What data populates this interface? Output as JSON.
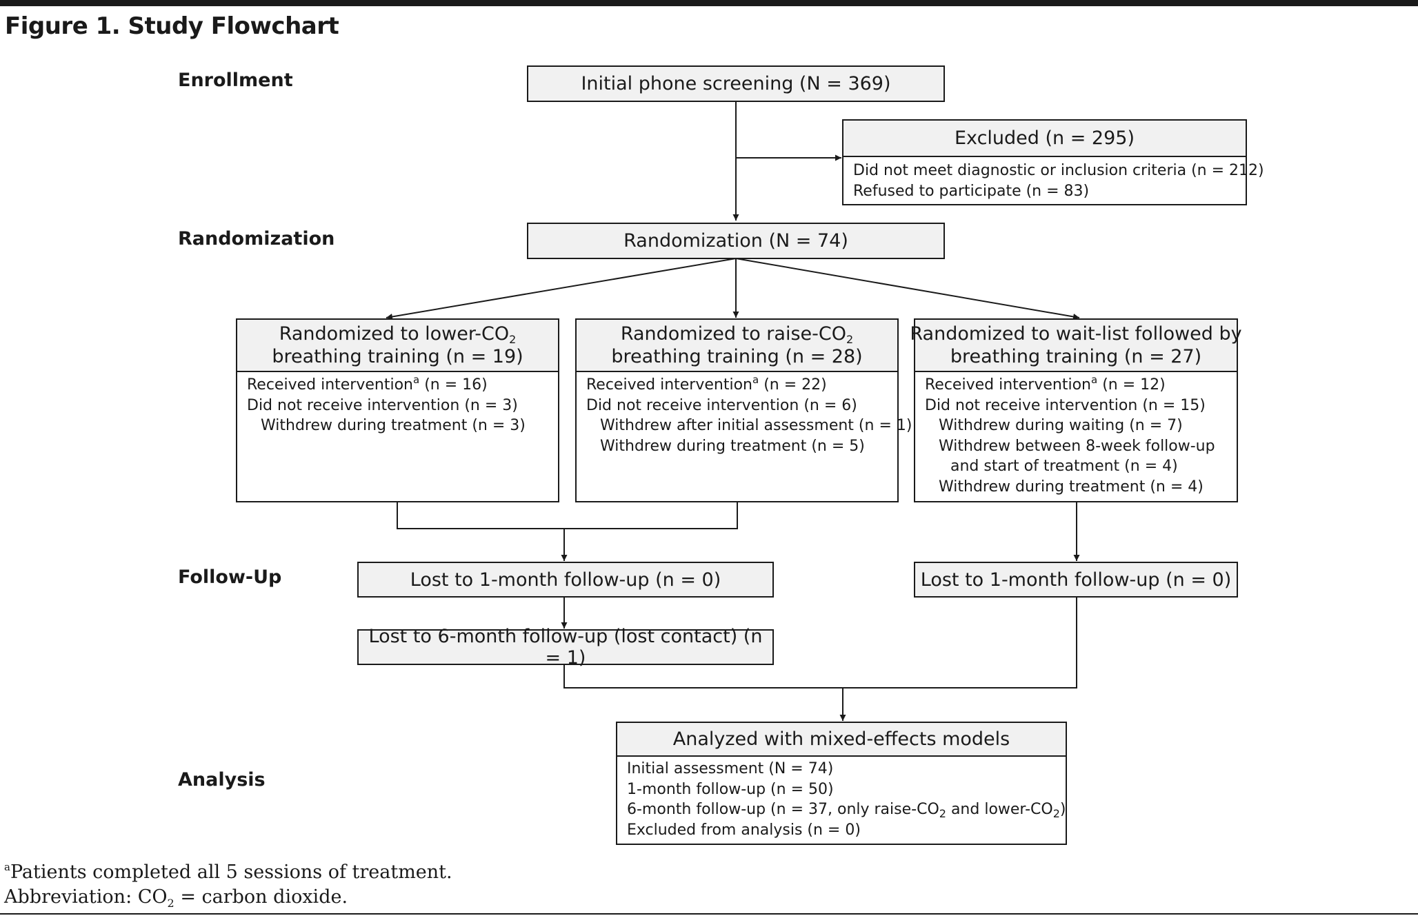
{
  "figure_title": "Figure 1. Study Flowchart",
  "stages": {
    "enrollment": "Enrollment",
    "randomization": "Randomization",
    "followup": "Follow-Up",
    "analysis": "Analysis"
  },
  "screening": {
    "label": "Initial phone screening (N = 369)"
  },
  "excluded": {
    "title": "Excluded (n = 295)",
    "items": [
      "Did not meet diagnostic or inclusion criteria (n = 212)",
      "Refused to participate (n = 83)"
    ]
  },
  "randomization": {
    "label": "Randomization (N = 74)"
  },
  "arms": {
    "lower": {
      "title_pre": "Randomized to lower-CO",
      "title_sub": "2",
      "title_line2": "breathing training (n = 19)",
      "received_pre": "Received intervention",
      "received_sup": "a",
      "received_post": " (n = 16)",
      "items": [
        "Did not receive intervention (n = 3)"
      ],
      "subitems": [
        "Withdrew during treatment (n = 3)"
      ]
    },
    "raise": {
      "title_pre": "Randomized to raise-CO",
      "title_sub": "2",
      "title_line2": "breathing training (n = 28)",
      "received_pre": "Received intervention",
      "received_sup": "a",
      "received_post": " (n = 22)",
      "items": [
        "Did not receive intervention (n = 6)"
      ],
      "subitems": [
        "Withdrew after initial assessment (n = 1)",
        "Withdrew during treatment (n = 5)"
      ]
    },
    "waitlist": {
      "title_line1": "Randomized to wait-list followed by",
      "title_line2": "breathing training (n = 27)",
      "received_pre": "Received intervention",
      "received_sup": "a",
      "received_post": " (n = 12)",
      "items": [
        "Did not receive intervention (n = 15)"
      ],
      "subitems": [
        "Withdrew during waiting (n = 7)",
        "Withdrew between 8-week follow-up",
        "and start of treatment (n = 4)",
        "Withdrew during treatment (n = 4)"
      ]
    }
  },
  "followup": {
    "left_1month": "Lost to 1-month follow-up (n = 0)",
    "left_6month": "Lost to 6-month follow-up (lost contact) (n = 1)",
    "right_1month": "Lost to 1-month follow-up (n = 0)"
  },
  "analysis": {
    "title": "Analyzed with mixed-effects models",
    "items": [
      "Initial assessment (N = 74)",
      "1-month follow-up (n = 50)"
    ],
    "item3_pre": "6-month follow-up (n = 37, only raise-CO",
    "item3_sub1": "2",
    "item3_mid": " and lower-CO",
    "item3_sub2": "2",
    "item3_post": ")",
    "item4": "Excluded from analysis (n = 0)"
  },
  "footnotes": {
    "note_sup": "a",
    "note_text": "Patients completed all 5 sessions of treatment.",
    "abbr_pre": "Abbreviation: CO",
    "abbr_sub": "2",
    "abbr_post": " = carbon dioxide."
  }
}
